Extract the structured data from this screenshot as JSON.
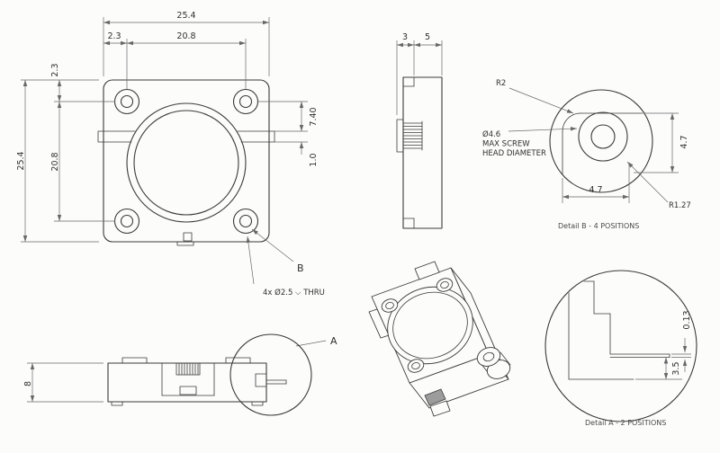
{
  "colors": {
    "background": "#fcfcfb",
    "edge_line": "#3a3a3a",
    "dimension_line": "#686868",
    "text": "#2f2f2f"
  },
  "front_view": {
    "width_total": "25.4",
    "width_between_holes": "20.8",
    "offset_top": "2.3",
    "offset_left": "2.3",
    "height_between_holes": "20.8",
    "height_total": "25.4",
    "tab_offset": "7.40",
    "tab_thickness": "1.0",
    "detail_label": "B",
    "hole_note": "4x Ø2.5 ⌵ THRU"
  },
  "side_view": {
    "depth_front": "3",
    "depth_rear": "5"
  },
  "detail_b": {
    "fillet_radius": "R2",
    "screw_note": [
      "Ø4.6",
      "MAX SCREW",
      "HEAD DIAMETER"
    ],
    "height_to_center": "4.7",
    "width_to_center": "4.7",
    "corner_radius": "R1.27",
    "caption": "Detail B - 4 POSITIONS"
  },
  "bottom_view": {
    "height": "8",
    "detail_label": "A"
  },
  "detail_a": {
    "pin_thickness": "0.13",
    "pin_depth": "3.5",
    "caption": "Detail A - 2 POSITIONS"
  }
}
